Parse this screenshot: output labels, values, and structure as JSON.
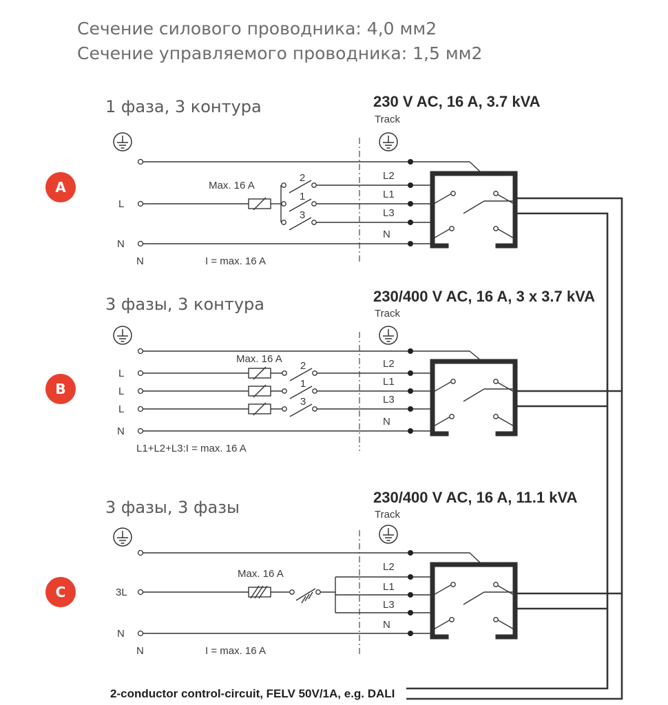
{
  "header": {
    "line1": "Сечение силового проводника: 4,0 мм2",
    "line2": "Сечение управляемого проводника: 1,5 мм2"
  },
  "colors": {
    "badge": "#e8402e",
    "wire": "#333333",
    "track": "#2e2e2e"
  },
  "icons": {
    "ground": "ground-symbol-icon",
    "fuse": "fuse-icon",
    "switch": "switch-icon"
  },
  "sections": {
    "a": {
      "badge": "A",
      "title": "1 фаза, 3 контура",
      "spec": "230 V AC, 16 A, 3.7 kVA",
      "track": "Track",
      "fuse_label": "Max. 16 A",
      "input_labels": {
        "l": "L",
        "n": "N"
      },
      "below_n": "N",
      "note": "I = max. 16 A",
      "switch_numbers": [
        "2",
        "1",
        "3"
      ],
      "conductors": [
        "L2",
        "L1",
        "L3",
        "N"
      ]
    },
    "b": {
      "badge": "B",
      "title": "3 фазы, 3 контура",
      "spec": "230/400 V AC, 16 A, 3 x 3.7 kVA",
      "track": "Track",
      "fuse_label": "Max. 16 A",
      "input_labels": {
        "l1": "L",
        "l2": "L",
        "l3": "L",
        "n": "N"
      },
      "note": "L1+L2+L3:I = max. 16 A",
      "switch_numbers": [
        "2",
        "1",
        "3"
      ],
      "conductors": [
        "L2",
        "L1",
        "L3",
        "N"
      ]
    },
    "c": {
      "badge": "C",
      "title": "3 фазы, 3 фазы",
      "spec": "230/400 V AC, 16 A, 11.1 kVA",
      "track": "Track",
      "fuse_label": "Max. 16 A",
      "input_labels": {
        "l": "3L",
        "n": "N"
      },
      "below_n": "N",
      "note": "I = max. 16 A",
      "conductors": [
        "L2",
        "L1",
        "L3",
        "N"
      ]
    }
  },
  "footer": "2-conductor control-circuit, FELV 50V/1A, e.g. DALI"
}
